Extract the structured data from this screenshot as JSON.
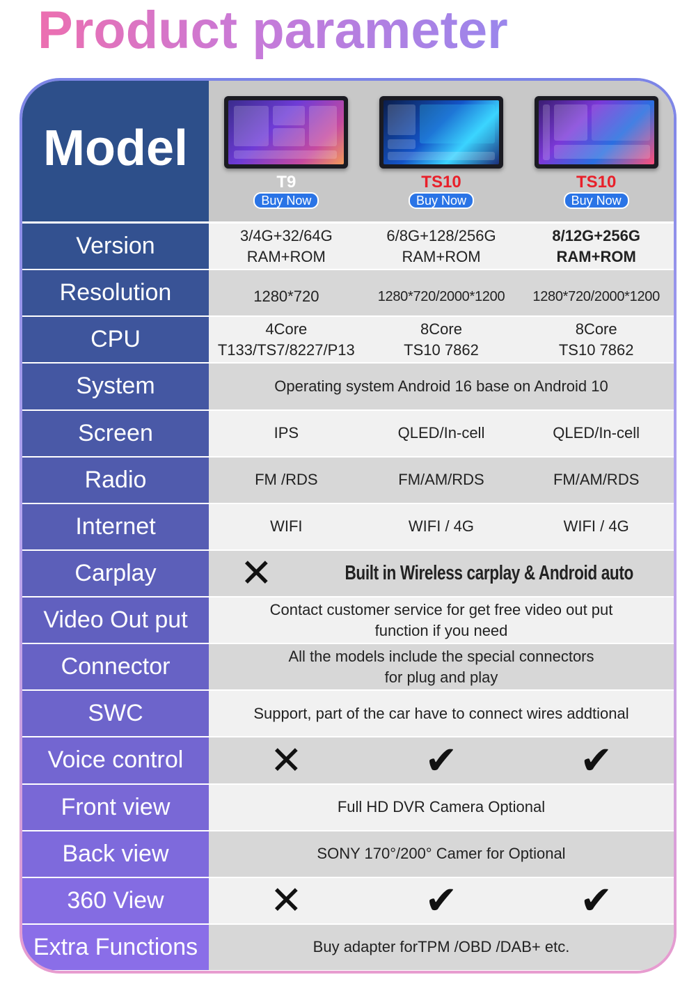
{
  "title": "Product parameter",
  "header": {
    "label": "Model",
    "products": [
      {
        "name": "T9",
        "button": "Buy Now"
      },
      {
        "name": "TS10",
        "button": "Buy Now"
      },
      {
        "name": "TS10",
        "button": "Buy Now"
      }
    ]
  },
  "rows": [
    {
      "label": "Version",
      "values": [
        [
          "3/4G+32/64G",
          "RAM+ROM"
        ],
        [
          "6/8G+128/256G",
          "RAM+ROM"
        ],
        [
          "8/12G+256G",
          "RAM+ROM"
        ]
      ]
    },
    {
      "label": "Resolution",
      "values": [
        "1280*720",
        "1280*720/2000*1200",
        "1280*720/2000*1200"
      ]
    },
    {
      "label": "CPU",
      "values": [
        [
          "4Core",
          "T133/TS7/8227/P13"
        ],
        [
          "8Core",
          "TS10 7862"
        ],
        [
          "8Core",
          "TS10 7862"
        ]
      ]
    },
    {
      "label": "System",
      "text": "Operating system Android 16 base on Android 10"
    },
    {
      "label": "Screen",
      "values": [
        "IPS",
        "QLED/In-cell",
        "QLED/In-cell"
      ]
    },
    {
      "label": "Radio",
      "values": [
        "FM /RDS",
        "FM/AM/RDS",
        "FM/AM/RDS"
      ]
    },
    {
      "label": "Internet",
      "values": [
        "WIFI",
        "WIFI / 4G",
        "WIFI / 4G"
      ]
    },
    {
      "label": "Carplay",
      "first": "✕",
      "text": "Built in Wireless carplay & Android auto"
    },
    {
      "label": "Video Out put",
      "lines": [
        "Contact customer service for get free video out put",
        "function if you need"
      ]
    },
    {
      "label": "Connector",
      "lines": [
        "All the models include the special connectors",
        "for plug and play"
      ]
    },
    {
      "label": "SWC",
      "text": "Support, part of the car have to connect wires addtional"
    },
    {
      "label": "Voice control",
      "marks": [
        "✕",
        "✔",
        "✔"
      ]
    },
    {
      "label": "Front view",
      "text": "Full HD DVR Camera Optional"
    },
    {
      "label": "Back view",
      "text": "SONY 170°/200° Camer for Optional"
    },
    {
      "label": "360 View",
      "marks": [
        "✕",
        "✔",
        "✔"
      ]
    },
    {
      "label": "Extra Functions",
      "text": "Buy adapter forTPM /OBD /DAB+ etc."
    }
  ],
  "colors": {
    "label_top": "#2d4f8a",
    "label_bottom": "#8a6ee8",
    "row_light": "#f1f1f1",
    "row_dark": "#d7d7d7",
    "product_red": "#e8202a",
    "buy_button": "#2a74e6"
  }
}
